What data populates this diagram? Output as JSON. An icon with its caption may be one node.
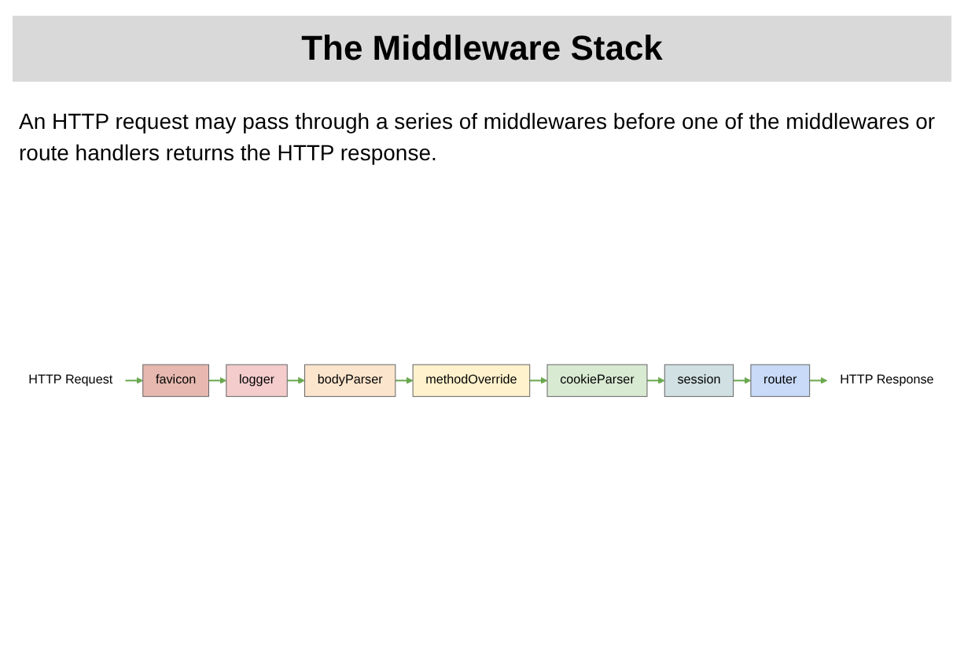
{
  "diagram": {
    "title": "The Middleware Stack",
    "caption": "An HTTP request may pass through a series of middlewares before one of the middlewares or route handlers returns the HTTP response.",
    "nodes": [
      {
        "text": [
          "HTTP Request"
        ]
      },
      {
        "text": [
          "favicon"
        ]
      },
      {
        "text": [
          "logger"
        ]
      },
      {
        "text": [
          "bodyParser"
        ]
      },
      {
        "text": [
          "methodOverride"
        ]
      },
      {
        "text": [
          "cookieParser"
        ]
      },
      {
        "text": [
          "session"
        ]
      },
      {
        "text": [
          "router"
        ]
      },
      {
        "text": [
          "HTTP Response"
        ]
      }
    ],
    "edges": [
      {
        "from": 0,
        "to": 1,
        "arrow": "to"
      },
      {
        "from": 1,
        "to": 2,
        "arrow": "to"
      },
      {
        "from": 2,
        "to": 3,
        "arrow": "to"
      },
      {
        "from": 3,
        "to": 4,
        "arrow": "to"
      },
      {
        "from": 4,
        "to": 5,
        "arrow": "to"
      },
      {
        "from": 5,
        "to": 6,
        "arrow": "to"
      },
      {
        "from": 6,
        "to": 7,
        "arrow": "to"
      },
      {
        "from": 7,
        "to": 8,
        "arrow": "to"
      }
    ]
  }
}
